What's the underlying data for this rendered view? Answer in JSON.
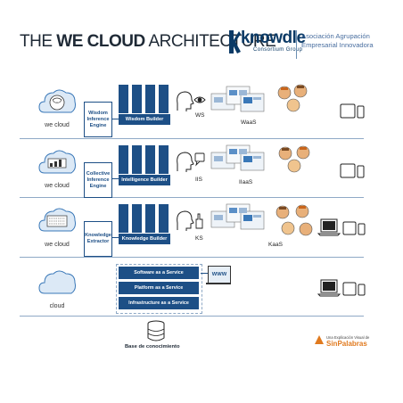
{
  "header": {
    "title_prefix": "THE ",
    "title_bold": "WE CLOUD",
    "title_suffix": " ARCHITECTURE",
    "logo_name": "knowdle",
    "logo_sub": "Consortium Group",
    "logo_assoc_line1": "Asociación Agrupación",
    "logo_assoc_line2": "Empresarial Innovadora"
  },
  "rows": [
    {
      "cloud_label": "we cloud",
      "engine": "Wisdom Inference Engine",
      "builder": "Wisdom Builder",
      "service_code": "WS",
      "aas": "WaaS"
    },
    {
      "cloud_label": "we cloud",
      "engine": "Collective Inference Engine",
      "builder": "Intelligence Builder",
      "service_code": "IIS",
      "aas": "IIaaS"
    },
    {
      "cloud_label": "we cloud",
      "engine": "Knowledge Extractor",
      "builder": "Knowledge Builder",
      "service_code": "KS",
      "aas": "KaaS"
    }
  ],
  "bottom": {
    "cloud_label": "cloud",
    "services": [
      "Software as a Service",
      "Platform as a Service",
      "Infrastructure as a Service"
    ],
    "www": "WWW",
    "database": "Base de conocimiento"
  },
  "footer": {
    "small": "Una Explicación Visual de",
    "brand": "SinPalabras"
  },
  "colors": {
    "primary": "#1d4f86",
    "line": "#8fa9c6",
    "accent": "#e07a1f"
  }
}
